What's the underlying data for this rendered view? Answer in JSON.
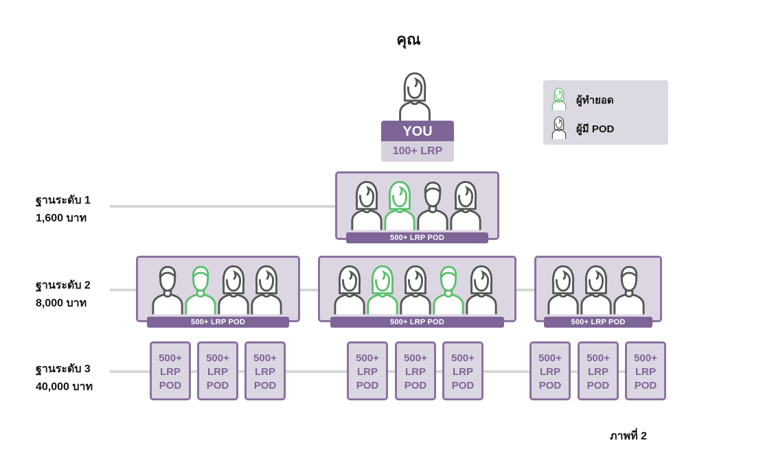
{
  "title": "คุณ",
  "you": {
    "name_label": "YOU",
    "lrp_label": "100+ LRP"
  },
  "legend": {
    "items": [
      {
        "label": "ผู้ทำยอด",
        "icon": "person-female-icon",
        "color": "#5cbf6e"
      },
      {
        "label": "ผู้มี POD",
        "icon": "person-female-icon",
        "color": "#555555"
      }
    ]
  },
  "tiers": [
    {
      "name": "ฐานระดับ 1",
      "amount": "1,600 บาท"
    },
    {
      "name": "ฐานระดับ 2",
      "amount": "8,000 บาท"
    },
    {
      "name": "ฐานระดับ 3",
      "amount": "40,000 บาท"
    }
  ],
  "pod_label": "500+ LRP POD",
  "small_pod": {
    "line1": "500+",
    "line2": "LRP",
    "line3": "POD"
  },
  "colors": {
    "accent": "#7d6597",
    "box_fill": "#dcd6e2",
    "achiever": "#5cbf6e",
    "member": "#555555",
    "connector": "#d6d6d6"
  },
  "groups": {
    "tier1": [
      [
        "female",
        "dark"
      ],
      [
        "female",
        "green"
      ],
      [
        "male",
        "dark"
      ],
      [
        "female",
        "dark"
      ]
    ],
    "tier2a": [
      [
        "male",
        "dark"
      ],
      [
        "male",
        "green"
      ],
      [
        "female",
        "dark"
      ],
      [
        "female",
        "dark"
      ]
    ],
    "tier2b": [
      [
        "female",
        "dark"
      ],
      [
        "female",
        "green"
      ],
      [
        "female",
        "dark"
      ],
      [
        "male",
        "green"
      ],
      [
        "female",
        "dark"
      ]
    ],
    "tier2c": [
      [
        "female",
        "dark"
      ],
      [
        "female",
        "dark"
      ],
      [
        "male",
        "dark"
      ]
    ]
  },
  "caption": "ภาพที่ 2"
}
